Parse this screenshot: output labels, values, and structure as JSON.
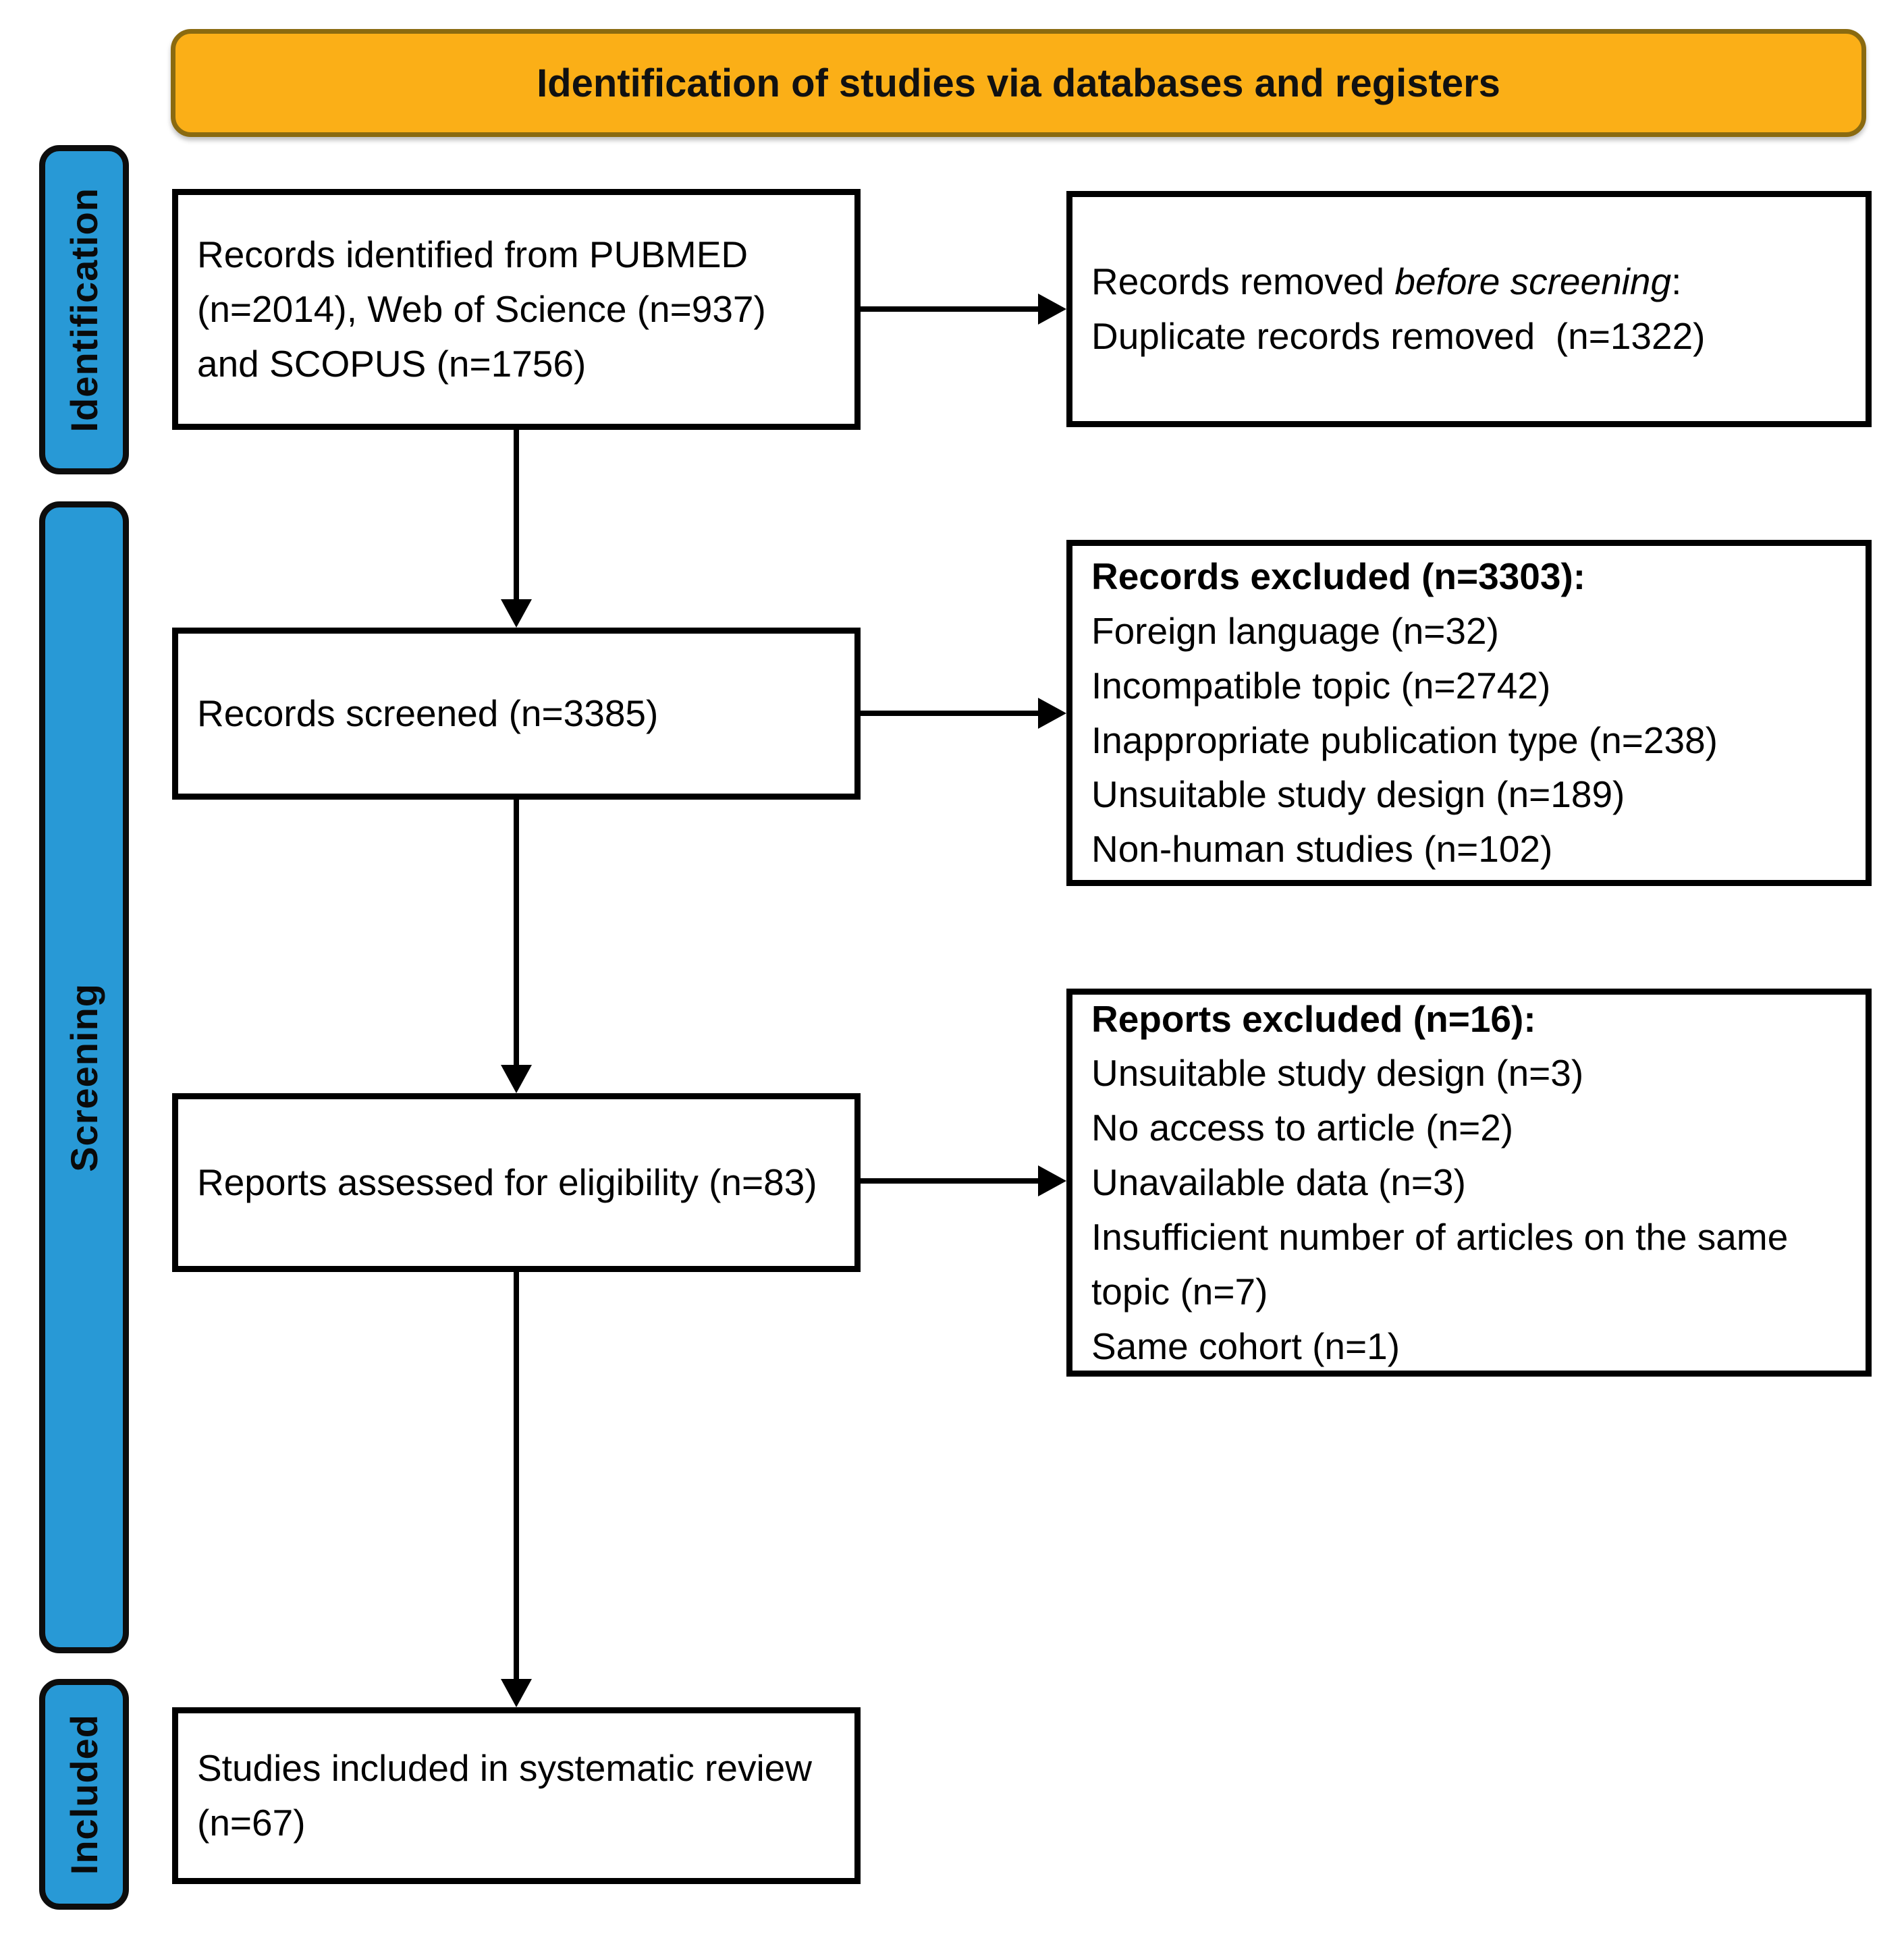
{
  "banner": {
    "title": "Identification of studies via databases and registers"
  },
  "stages": [
    {
      "label": "Identification"
    },
    {
      "label": "Screening"
    },
    {
      "label": "Included"
    }
  ],
  "boxes": {
    "identified": {
      "text": "Records identified from PUBMED (n=2014), Web of Science (n=937) and SCOPUS (n=1756)"
    },
    "removed": {
      "prefix": "Records removed ",
      "italic": "before screening",
      "colon": ":",
      "line2": "Duplicate records removed  (n=1322)"
    },
    "screened": {
      "text": "Records screened (n=3385)"
    },
    "records_excluded": {
      "header": "Records excluded (n=3303):",
      "items": [
        "Foreign language (n=32)",
        "Incompatible topic (n=2742)",
        "Inappropriate publication type (n=238)",
        "Unsuitable study design (n=189)",
        "Non-human studies (n=102)"
      ]
    },
    "assessed": {
      "text": "Reports assessed for eligibility (n=83)"
    },
    "reports_excluded": {
      "header": "Reports excluded (n=16):",
      "items": [
        "Unsuitable study design (n=3)",
        "No access to article (n=2)",
        "Unavailable data (n=3)",
        "Insufficient number of articles on the same topic (n=7)",
        "Same cohort (n=1)"
      ]
    },
    "included": {
      "text": "Studies included in systematic review (n=67)"
    }
  },
  "colors": {
    "banner_fill": "#FBAF17",
    "banner_border": "#8A6A10",
    "stage_fill": "#2899D6",
    "stage_border": "#0D0D0D",
    "box_border": "#000000",
    "arrow": "#000000"
  }
}
